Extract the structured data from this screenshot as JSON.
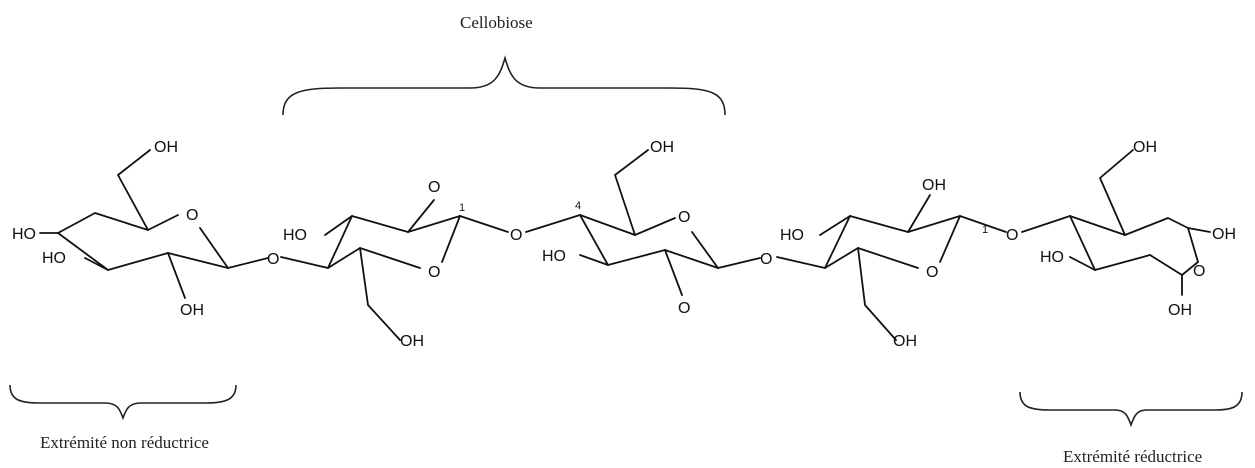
{
  "labels": {
    "cellobiose": "Cellobiose",
    "non_reducing_end": "Extrémité non réductrice",
    "reducing_end": "Extrémité réductrice"
  },
  "atoms": {
    "oh": "OH",
    "ho": "HO",
    "o": "O"
  },
  "locants": {
    "c1": "1",
    "c4": "4",
    "c1b": "1"
  }
}
